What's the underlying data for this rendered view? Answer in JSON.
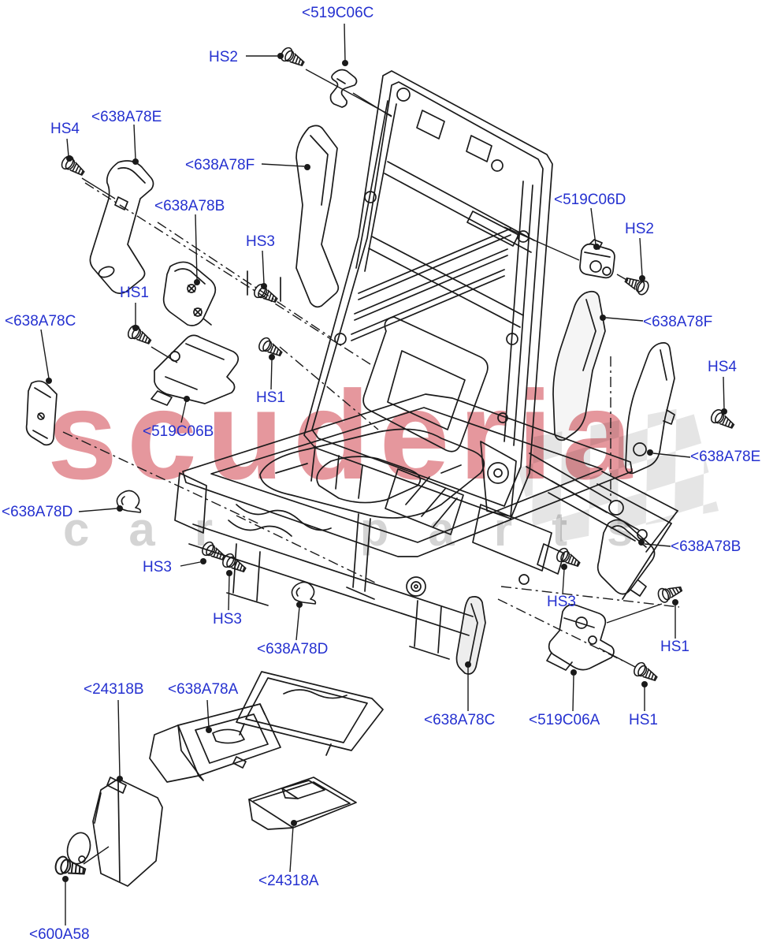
{
  "diagram": {
    "kind": "exploded parts diagram - rear seat back and cushion frame",
    "watermark": {
      "name": "scuderia",
      "tagline": "car parts"
    },
    "palette": {
      "label_blue": "#2531d0",
      "line_black": "#1a1a1a",
      "watermark_red": "rgba(203,48,60,0.50)",
      "watermark_grey": "rgba(128,128,128,0.34)",
      "checker_grey": "rgba(0,0,0,0.10)"
    },
    "labels": [
      {
        "id": "519C06C",
        "text": "<519C06C"
      },
      {
        "id": "HS2-top",
        "text": "HS2"
      },
      {
        "id": "638A78E-left",
        "text": "<638A78E"
      },
      {
        "id": "HS4-left",
        "text": "HS4"
      },
      {
        "id": "638A78F-left",
        "text": "<638A78F"
      },
      {
        "id": "638A78B-left",
        "text": "<638A78B"
      },
      {
        "id": "HS3-mid",
        "text": "HS3"
      },
      {
        "id": "519C06D",
        "text": "<519C06D"
      },
      {
        "id": "HS2-right",
        "text": "HS2"
      },
      {
        "id": "638A78F-right",
        "text": "<638A78F"
      },
      {
        "id": "HS4-right",
        "text": "HS4"
      },
      {
        "id": "638A78E-right",
        "text": "<638A78E"
      },
      {
        "id": "638A78C-left",
        "text": "<638A78C"
      },
      {
        "id": "HS1-left",
        "text": "HS1"
      },
      {
        "id": "HS1-mid",
        "text": "HS1"
      },
      {
        "id": "519C06B",
        "text": "<519C06B"
      },
      {
        "id": "638A78D-left",
        "text": "<638A78D"
      },
      {
        "id": "HS3-bottomleft-1",
        "text": "HS3"
      },
      {
        "id": "HS3-bottomleft-2",
        "text": "HS3"
      },
      {
        "id": "638A78D-bottom",
        "text": "<638A78D"
      },
      {
        "id": "638A78B-right",
        "text": "<638A78B"
      },
      {
        "id": "HS3-bottomright",
        "text": "HS3"
      },
      {
        "id": "HS1-bottomright-top",
        "text": "HS1"
      },
      {
        "id": "638A78C-bottom",
        "text": "<638A78C"
      },
      {
        "id": "519C06A",
        "text": "<519C06A"
      },
      {
        "id": "HS1-bottomright",
        "text": "HS1"
      },
      {
        "id": "24318B",
        "text": "<24318B"
      },
      {
        "id": "638A78A",
        "text": "<638A78A"
      },
      {
        "id": "24318A",
        "text": "<24318A"
      },
      {
        "id": "600A58",
        "text": "<600A58"
      }
    ]
  }
}
